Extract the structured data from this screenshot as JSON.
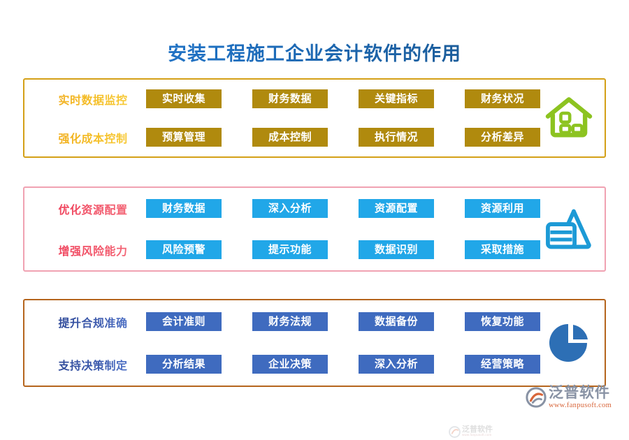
{
  "title": "安装工程施工企业会计软件的作用",
  "colors": {
    "title_gradient_from": "#2E7FD1",
    "title_gradient_to": "#17527F",
    "section1_border": "#D4A017",
    "section1_tag": "#B08A0E",
    "section1_label_from": "#F0A81B",
    "section1_label_to": "#F8CE3C",
    "section1_icon": "#8CC320",
    "section2_border": "#F0A2B2",
    "section2_tag": "#21A7E8",
    "section2_label_from": "#EF3D58",
    "section2_label_to": "#F4707E",
    "section2_icon": "#1C9AD6",
    "section3_border": "#B5651D",
    "section3_tag": "#3F6BBF",
    "section3_label_from": "#27408F",
    "section3_label_to": "#5E82D6",
    "section3_icon": "#2D6FB5",
    "brand_name_color": "#8892A4",
    "brand_url_color": "#D8663B"
  },
  "sections": [
    {
      "icon_name": "house-blocks-icon",
      "rows": [
        {
          "label": "实时数据监控",
          "tags": [
            "实时收集",
            "财务数据",
            "关键指标",
            "财务状况"
          ]
        },
        {
          "label": "强化成本控制",
          "tags": [
            "预算管理",
            "成本控制",
            "执行情况",
            "分析差异"
          ]
        }
      ]
    },
    {
      "icon_name": "triangle-bars-icon",
      "rows": [
        {
          "label": "优化资源配置",
          "tags": [
            "财务数据",
            "深入分析",
            "资源配置",
            "资源利用"
          ]
        },
        {
          "label": "增强风险能力",
          "tags": [
            "风险预警",
            "提示功能",
            "数据识别",
            "采取措施"
          ]
        }
      ]
    },
    {
      "icon_name": "pie-chart-icon",
      "rows": [
        {
          "label": "提升合规准确",
          "tags": [
            "会计准则",
            "财务法规",
            "数据备份",
            "恢复功能"
          ]
        },
        {
          "label": "支持决策制定",
          "tags": [
            "分析结果",
            "企业决策",
            "深入分析",
            "经营策略"
          ]
        }
      ]
    }
  ],
  "watermark": {
    "name": "泛普软件",
    "url": "www.fanpusoft.com"
  },
  "brand": {
    "name": "泛普软件",
    "url": "www.fanpusoft.com"
  }
}
